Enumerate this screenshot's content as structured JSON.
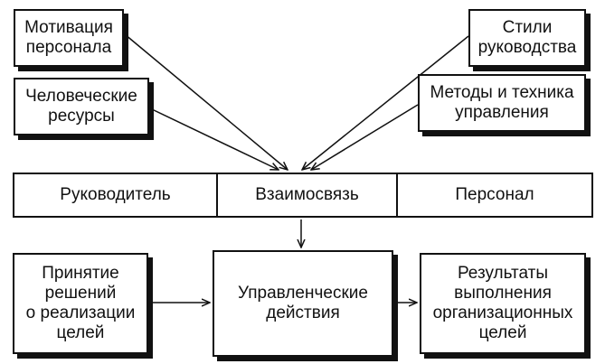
{
  "top_left_1": [
    "Мотивация",
    "персонала"
  ],
  "top_left_2": [
    "Человеческие",
    "ресурсы"
  ],
  "top_right_1": [
    "Стили",
    "руководства"
  ],
  "top_right_2": [
    "Методы и техника",
    "управления"
  ],
  "row": {
    "left": "Руководитель",
    "center": "Взаимосвязь",
    "right": "Персонал"
  },
  "bottom_left": [
    "Принятие",
    "решений",
    "о реализации",
    "целей"
  ],
  "bottom_center": [
    "Управленческие",
    "действия"
  ],
  "bottom_right": [
    "Результаты",
    "выполнения",
    "организационных",
    "целей"
  ]
}
